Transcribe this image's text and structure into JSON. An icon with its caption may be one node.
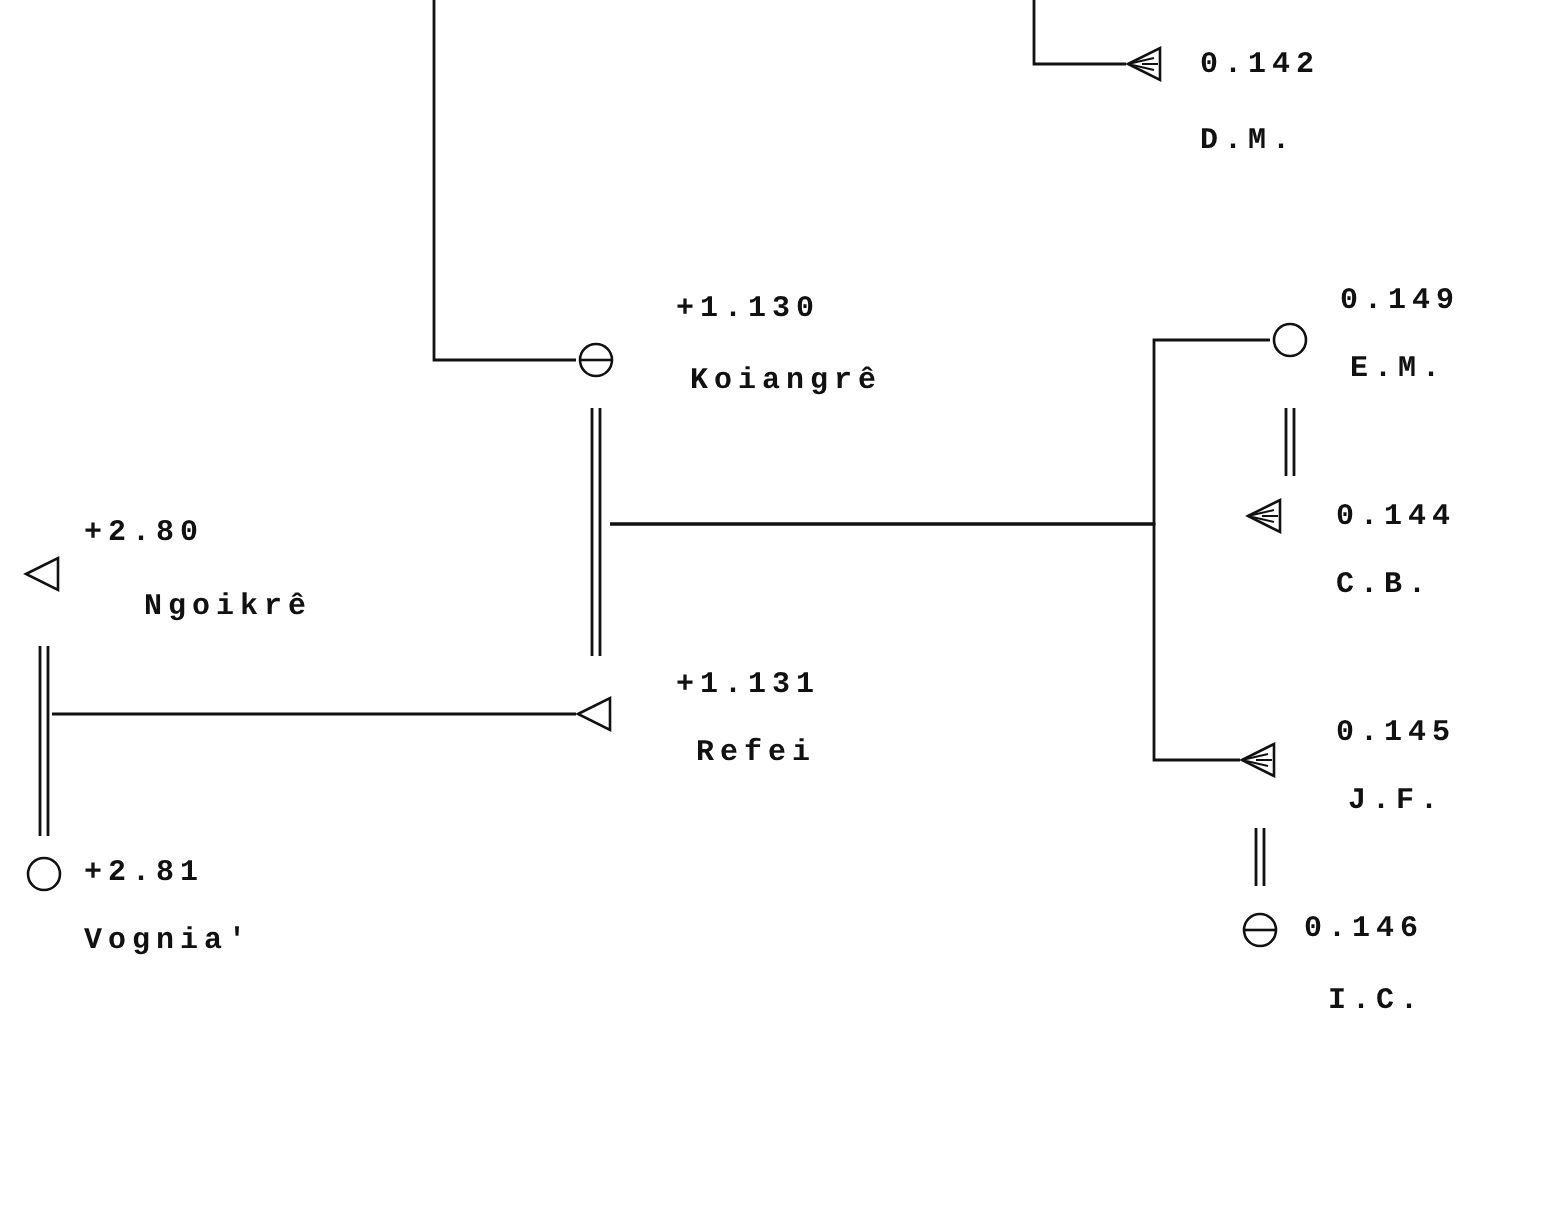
{
  "diagram": {
    "nodes": [
      {
        "text": [
          "+2.80",
          "Ngoikrê"
        ]
      },
      {
        "text": [
          "+2.81",
          "Vognia'"
        ]
      },
      {
        "text": [
          "+1.131",
          "Refei"
        ]
      },
      {
        "text": [
          "+1.130",
          "Koiangrê"
        ]
      },
      {
        "text": [
          "0.142",
          "D.M."
        ]
      },
      {
        "text": [
          "0.149",
          "E.M."
        ]
      },
      {
        "text": [
          "0.144",
          "C.B."
        ]
      },
      {
        "text": [
          "0.145",
          "J.F."
        ]
      },
      {
        "text": [
          "0.146",
          "I.C."
        ]
      }
    ],
    "edges": [
      {
        "from": 0,
        "to": 1,
        "arrow": "none"
      },
      {
        "from": null,
        "to": 2,
        "arrow": "none"
      },
      {
        "from": 3,
        "to": 2,
        "arrow": "none"
      },
      {
        "from": null,
        "to": 3,
        "arrow": "none"
      },
      {
        "from": null,
        "to": 4,
        "arrow": "none"
      },
      {
        "from": null,
        "to": 5,
        "arrow": "none"
      },
      {
        "from": null,
        "to": 7,
        "arrow": "none"
      },
      {
        "from": 5,
        "to": 6,
        "arrow": "none"
      },
      {
        "from": 7,
        "to": 8,
        "arrow": "none"
      }
    ]
  }
}
